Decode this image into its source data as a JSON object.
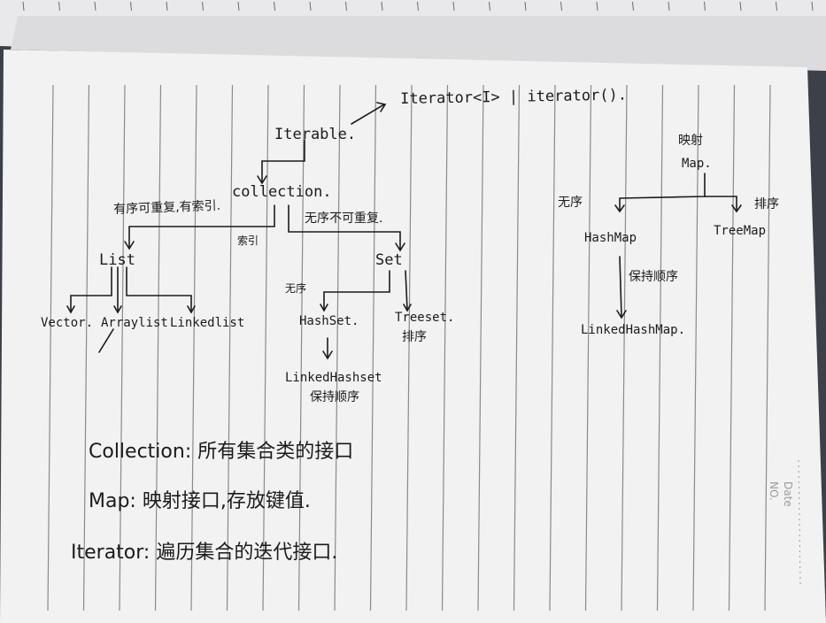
{
  "diagram": {
    "iterator_note": "Iterator<I> | iterator().",
    "iterable": "Iterable.",
    "collection": "collection.",
    "ordered_repeatable_indexed": "有序可重复,有索引.",
    "index_marker": "索引",
    "unordered_unique": "无序不可重复.",
    "list": "List",
    "set": "Set",
    "vector": "Vector.",
    "arraylist": "Arraylist",
    "linkedlist": "Linkedlist",
    "unordered_hashset": "无序",
    "hashset": "HashSet.",
    "treeset": "Treeset.",
    "treeset_sort": "排序",
    "linkedhashset": "LinkedHashset",
    "keep_order_set": "保持顺序",
    "map_mapping": "映射",
    "map": "Map.",
    "unordered_map": "无序",
    "hashmap": "HashMap",
    "sort_map": "排序",
    "treemap": "TreeMap",
    "keep_order_map": "保持顺序",
    "linkedhashmap": "LinkedHashMap."
  },
  "notes": {
    "collection_line": "Collection: 所有集合类的接口",
    "map_line": "Map: 映射接口,存放键值.",
    "iterator_line": "Iterator: 遍历集合的迭代接口."
  },
  "margin": {
    "no": "NO.",
    "date": "Date"
  }
}
